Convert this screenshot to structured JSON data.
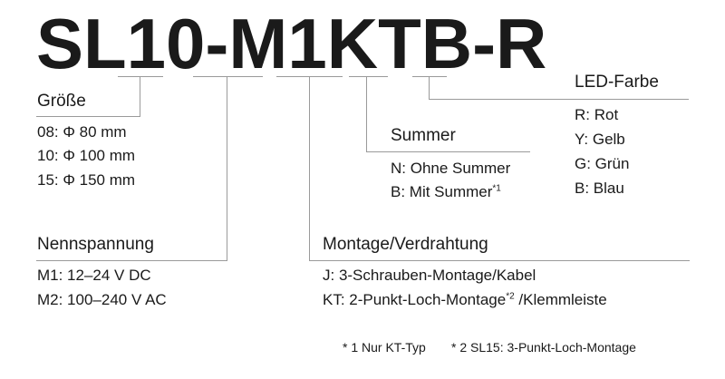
{
  "code": "SL10-M1KTB-R",
  "groups": {
    "size": {
      "title": "Größe",
      "options": [
        "08: Φ 80 mm",
        "10: Φ 100 mm",
        "15: Φ 150 mm"
      ]
    },
    "voltage": {
      "title": "Nennspannung",
      "options": [
        "M1: 12–24 V DC",
        "M2: 100–240 V AC"
      ]
    },
    "mounting": {
      "title": "Montage/Verdrahtung",
      "options": [
        "J: 3-Schrauben-Montage/Kabel",
        "KT: 2-Punkt-Loch-Montage",
        "/Klemmleiste"
      ],
      "option_sup": "*2"
    },
    "buzzer": {
      "title": "Summer",
      "options": [
        "N: Ohne Summer",
        "B: Mit Summer"
      ],
      "option_sup": "*1"
    },
    "led": {
      "title": "LED-Farbe",
      "options": [
        "R: Rot",
        "Y: Gelb",
        "G: Grün",
        "B: Blau"
      ]
    }
  },
  "footnotes": [
    "* 1 Nur KT-Typ",
    "* 2 SL15: 3-Punkt-Loch-Montage"
  ]
}
